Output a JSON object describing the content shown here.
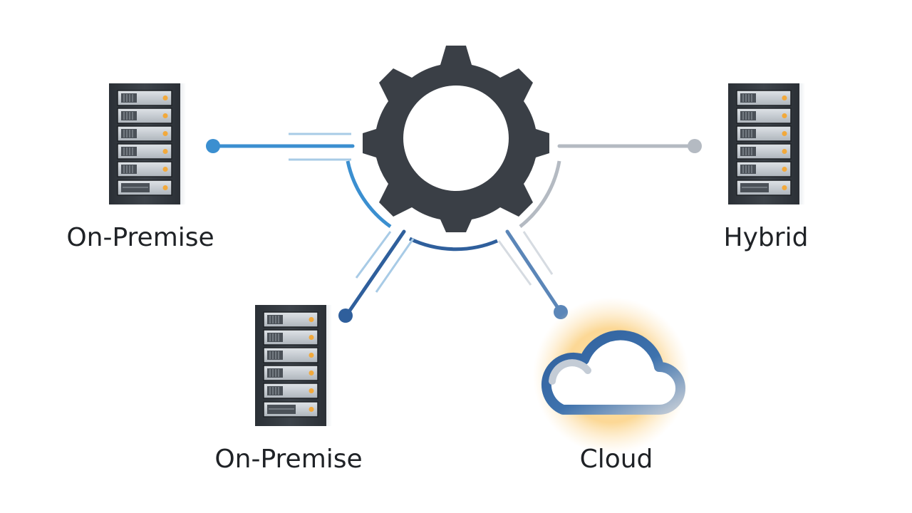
{
  "nodes": [
    {
      "id": "on-premise-left",
      "label": "On-Premise",
      "icon": "server-rack-icon"
    },
    {
      "id": "hybrid",
      "label": "Hybrid",
      "icon": "server-rack-icon"
    },
    {
      "id": "on-premise-bottom",
      "label": "On-Premise",
      "icon": "server-rack-icon"
    },
    {
      "id": "cloud",
      "label": "Cloud",
      "icon": "cloud-icon"
    }
  ],
  "hub": {
    "icon": "gear-icon"
  },
  "colors": {
    "gear": "#3a3f46",
    "blue_dark": "#2f5f9c",
    "blue_mid": "#3b8fd0",
    "blue_light": "#a8cbe6",
    "gray_line": "#b4bac2",
    "glow": "#f6c56b",
    "text": "#1f2226"
  }
}
